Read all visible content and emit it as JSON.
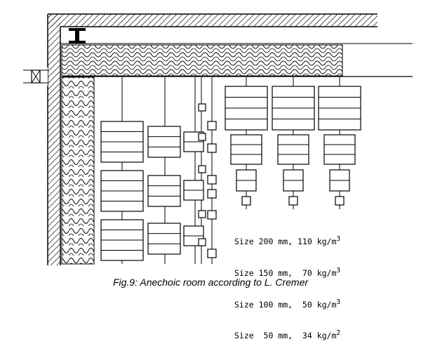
{
  "legend": [
    {
      "label": "Size 200 mm, 110 kg/m",
      "sup": "3"
    },
    {
      "label": "Size 150 mm,  70 kg/m",
      "sup": "3"
    },
    {
      "label": "Size 100 mm,  50 kg/m",
      "sup": "3"
    },
    {
      "label": "Size  50 mm,  34 kg/m",
      "sup": "2"
    }
  ],
  "caption": "Fig.9: Anechoic room according to L. Cremer",
  "colors": {
    "ink": "#000000",
    "paper": "#ffffff"
  },
  "icons": {
    "beam": "i-beam-icon",
    "anchor": "boxed-x-anchor-icon"
  }
}
